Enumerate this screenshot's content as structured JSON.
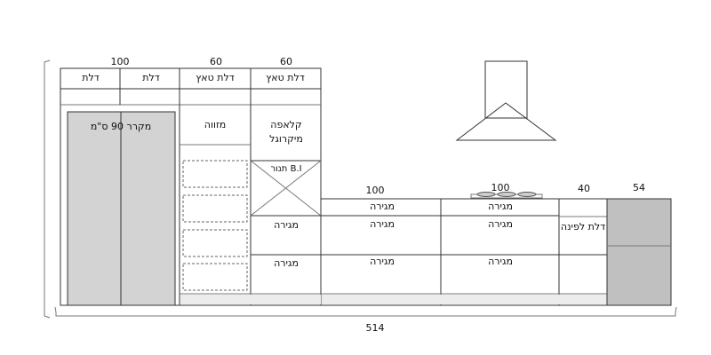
{
  "widths": {
    "tall_doors": "100",
    "pantry": "60",
    "oven_column": "60",
    "sink_run": "100",
    "hob_run": "100",
    "dishwasher": "40",
    "end_unit": "54",
    "total": "514"
  },
  "labels": {
    "door": "דלת",
    "tilt_door": "דלת טאץ",
    "fridge": "מקרר 90 ס\"מ",
    "pantry": "מזווה",
    "microwave_line1": "קלאפה",
    "microwave_line2": "מיקרוגל",
    "oven": "תנור B.I",
    "drawer": "מגירה",
    "corner_door": "דלת לפינה"
  },
  "colors": {
    "appliance_fill": "#d3d3d3",
    "end_unit_fill": "#c0c0c0",
    "plinth_fill": "#ececec",
    "line": "#333333"
  }
}
